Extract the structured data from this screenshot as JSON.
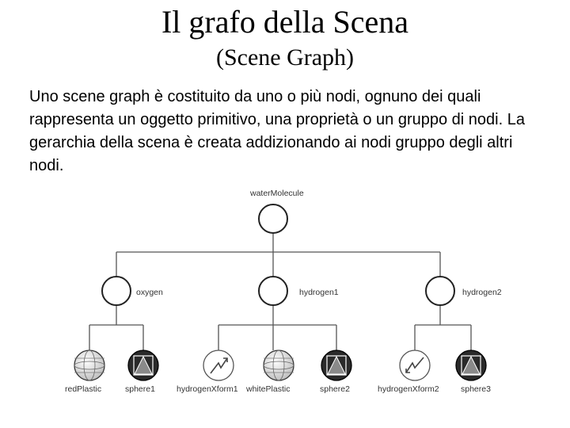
{
  "slide": {
    "title": "Il grafo della Scena",
    "subtitle": "(Scene Graph)",
    "body": "Uno scene graph è costituito da uno o più nodi, ognuno dei quali rappresenta un oggetto primitivo, una proprietà o un gruppo di nodi. La gerarchia della scena è creata addizionando ai nodi gruppo degli altri nodi."
  },
  "graph": {
    "root": {
      "label": "waterMolecule",
      "icon": "group-node-icon"
    },
    "groups": [
      {
        "label": "oxygen",
        "icon": "group-node-icon"
      },
      {
        "label": "hydrogen1",
        "icon": "group-node-icon"
      },
      {
        "label": "hydrogen2",
        "icon": "group-node-icon"
      }
    ],
    "leaves": [
      {
        "label": "redPlastic",
        "icon": "material-sphere-icon"
      },
      {
        "label": "sphere1",
        "icon": "sphere-shape-icon"
      },
      {
        "label": "hydrogenXform1",
        "icon": "transform-icon"
      },
      {
        "label": "whitePlastic",
        "icon": "material-sphere-icon"
      },
      {
        "label": "sphere2",
        "icon": "sphere-shape-icon"
      },
      {
        "label": "hydrogenXform2",
        "icon": "transform-icon"
      },
      {
        "label": "sphere3",
        "icon": "sphere-shape-icon"
      }
    ]
  }
}
